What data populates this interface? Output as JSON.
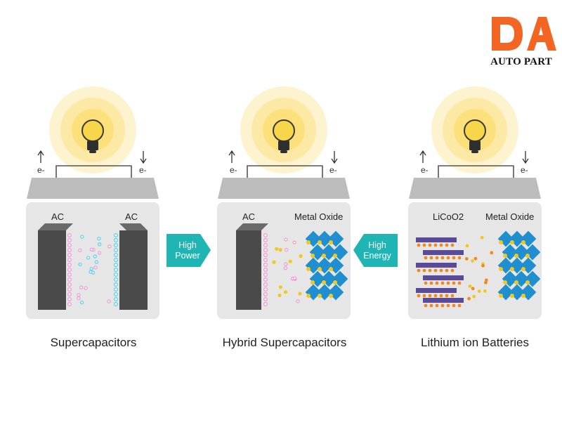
{
  "logo": {
    "mark": "DA",
    "text": "AUTO PART",
    "accent_color": "#f26522"
  },
  "cells": [
    {
      "caption": "Supercapacitors",
      "electron_left": "e-",
      "electron_right": "e-",
      "left_electrode": "AC",
      "right_electrode": "AC"
    },
    {
      "caption": "Hybrid Supercapacitors",
      "electron_left": "e-",
      "electron_right": "e-",
      "left_electrode": "AC",
      "right_electrode": "Metal Oxide"
    },
    {
      "caption": "Lithium ion Batteries",
      "electron_left": "e-",
      "electron_right": "e-",
      "left_electrode": "LiCoO2",
      "right_electrode": "Metal Oxide"
    }
  ],
  "arrows": [
    {
      "line1": "High",
      "line2": "Power",
      "direction": "right"
    },
    {
      "line1": "High",
      "line2": "Energy",
      "direction": "left"
    }
  ],
  "colors": {
    "teal": "#1fb5b5",
    "glow": "#fde9a0",
    "bulb": "#f7d64a",
    "cell_body": "#e6e6e6",
    "electrode": "#4a4a4a",
    "pink_ion": "#f29ad6",
    "blue_ion": "#5fd0ee",
    "yellow_ion": "#f3c81a",
    "orange_ion": "#f08a1e",
    "oxide": "#1f8fcf",
    "licoo2_layer": "#5a4a9a"
  }
}
